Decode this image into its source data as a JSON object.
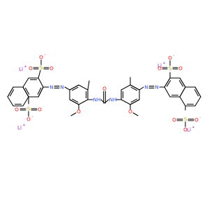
{
  "diagram": {
    "type": "chemical-structure",
    "atom_labels": {
      "lithium": "Li",
      "oxygen": "O",
      "sulfur": "S",
      "nitrogen": "N",
      "nh": "NH"
    },
    "charges": {
      "plus": "+",
      "minus": "-"
    },
    "colors": {
      "bond": "#000000",
      "oxygen": "#ff0d0d",
      "sulfur": "#b5a200",
      "nitrogen": "#3050f8",
      "lithium": "#a01cc0"
    }
  }
}
